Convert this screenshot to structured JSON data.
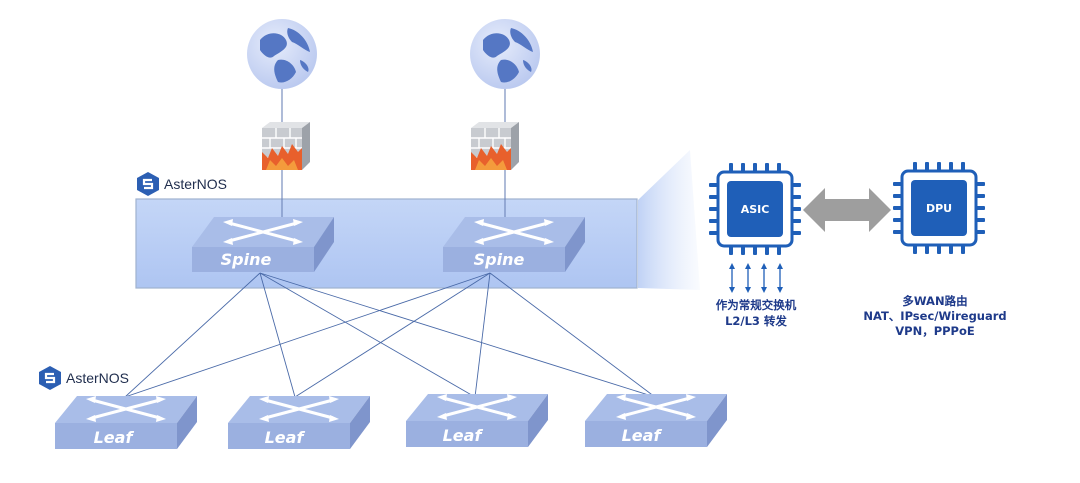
{
  "brand": {
    "name": "AsterNOS"
  },
  "spine": {
    "label": "Spine"
  },
  "leaf": {
    "label": "Leaf"
  },
  "asic": {
    "label": "ASIC",
    "caption_line1": "作为常规交换机",
    "caption_line2": "L2/L3 转发"
  },
  "dpu": {
    "label": "DPU",
    "caption_line1": "多WAN路由",
    "caption_line2": "NAT、IPsec/Wireguard",
    "caption_line3": "VPN，PPPoE"
  },
  "colors": {
    "chip_blue": "#1f5fb8",
    "switch_top": "#a9bde8",
    "switch_side": "#8ea3d8",
    "spine_panel": "#b8cdf5",
    "link_line": "#4a6aa8",
    "exchange_arrow": "#9e9e9e",
    "firewall_red": "#e8602c"
  }
}
